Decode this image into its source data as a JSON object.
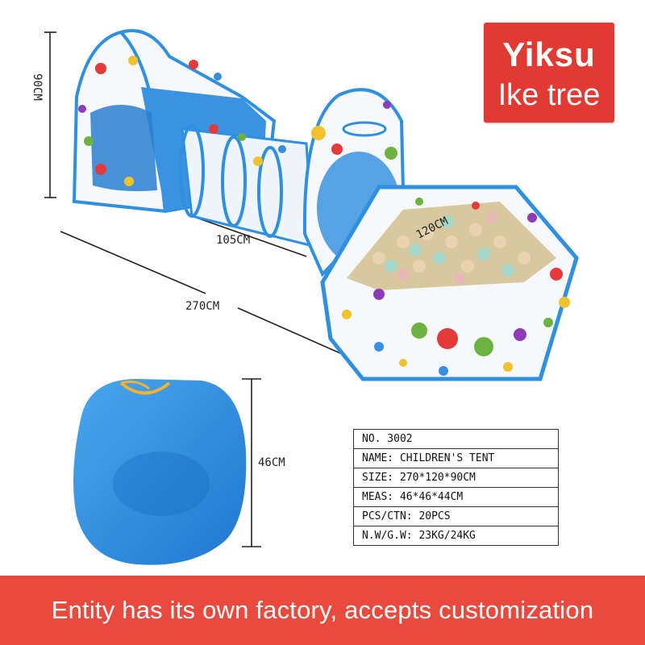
{
  "brand": {
    "line1": "Yiksu",
    "line2": "Ike tree",
    "color": "#e03a33"
  },
  "dimensions": {
    "height": "90CM",
    "tunnel_length": "105CM",
    "pool_width": "120CM",
    "total_length": "270CM",
    "bag_size": "46CM"
  },
  "spec_table": [
    "NO. 3002",
    "NAME: CHILDREN'S TENT",
    "SIZE: 270*120*90CM",
    "MEAS: 46*46*44CM",
    "PCS/CTN: 20PCS",
    "N.W/G.W: 23KG/24KG"
  ],
  "banner": {
    "text": "Entity has its own factory, accepts customization",
    "color": "#ea4a3e"
  },
  "images": {
    "tent": "play-tent-tunnel-ball-pit-product-photo",
    "bag": "blue-round-storage-bag-photo"
  },
  "colors": {
    "tent_blue": "#2f8fe0",
    "fabric_white": "#f6f8fb"
  }
}
